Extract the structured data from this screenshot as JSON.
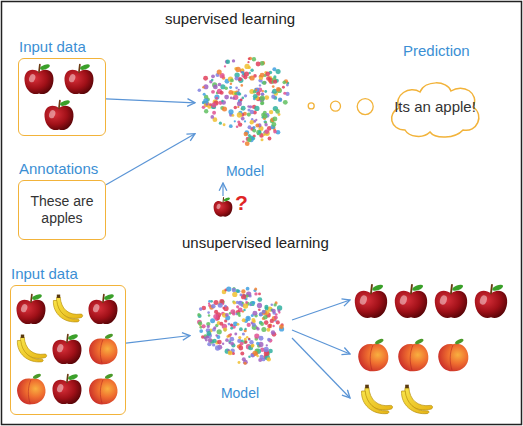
{
  "diagram": {
    "nodes": [
      {
        "text": [
          "Input data"
        ]
      },
      {
        "text": [
          "Annotations",
          "These are apples"
        ]
      },
      {
        "text": [
          "Model"
        ]
      },
      {
        "text": [
          "Prediction",
          "Its an apple!"
        ]
      },
      {
        "text": [
          "Input data"
        ]
      },
      {
        "text": [
          "Model"
        ]
      }
    ],
    "edges": [
      {
        "from": 0,
        "to": 2,
        "arrow": "to"
      },
      {
        "from": 1,
        "to": 2,
        "arrow": "to"
      },
      {
        "from": 2,
        "to": 3,
        "arrow": "none"
      },
      {
        "from": 4,
        "to": 5,
        "arrow": "to"
      }
    ],
    "labels": [
      "supervised learning",
      "?",
      "unsupervised learning"
    ]
  }
}
